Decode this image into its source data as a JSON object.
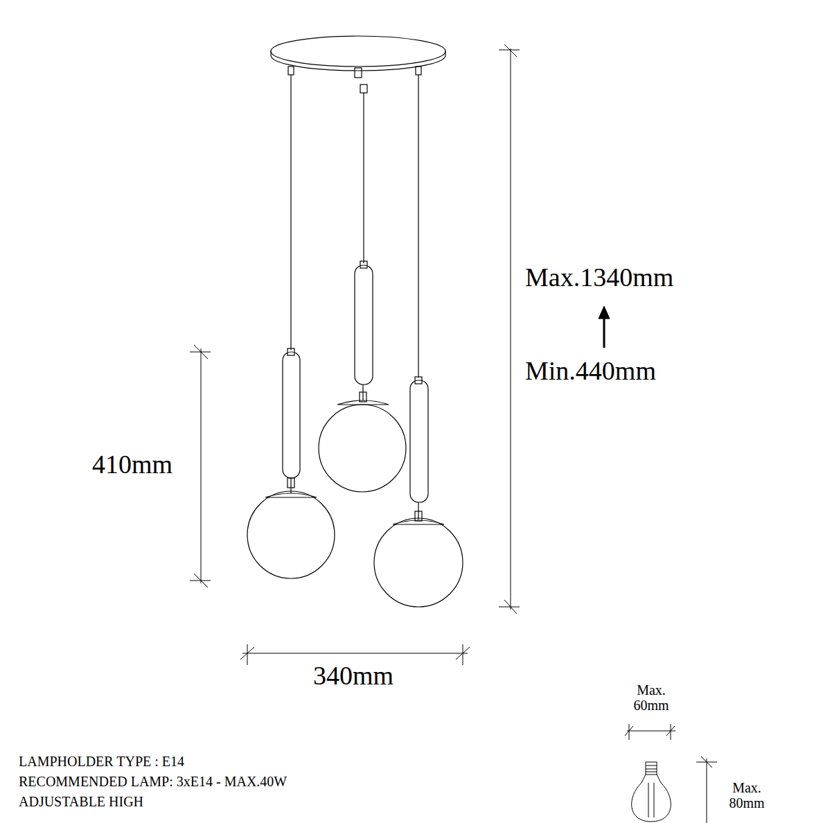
{
  "diagram": {
    "labels": [
      "Max.1340mm",
      "Min.440mm",
      "410mm",
      "340mm",
      "Max. 60mm",
      "Max. 80mm",
      "LAMPHOLDER TYPE : E14",
      "RECOMMENDED LAMP: 3xE14 - MAX.40W",
      "ADJUSTABLE HIGH"
    ]
  }
}
